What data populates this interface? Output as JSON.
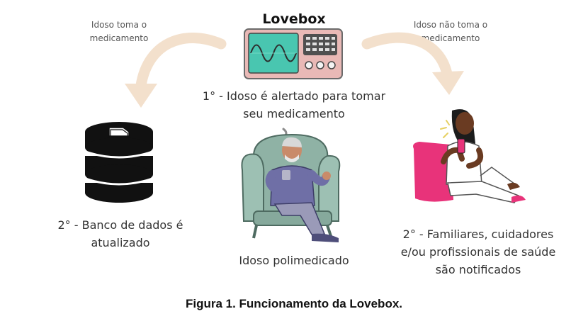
{
  "diagram": {
    "title": "Lovebox",
    "left_branch": {
      "line1": "Idoso toma o",
      "line2": "medicamento"
    },
    "right_branch": {
      "line1": "Idoso não toma o",
      "line2": "medicamento"
    },
    "center_step": {
      "line1": "1° - Idoso é alertado para tomar",
      "line2": "seu medicamento"
    },
    "left_step": {
      "line1": "2° - Banco de dados é",
      "line2": "atualizado"
    },
    "center_label": "Idoso polimedicado",
    "right_step": {
      "line1": "2° - Familiares, cuidadores",
      "line2": "e/ou profissionais de saúde",
      "line3": "são notificados"
    }
  },
  "caption": "Figura 1. Funcionamento da Lovebox.",
  "colors": {
    "arrow": "#f3e0cc",
    "device_body": "#e9b9b6",
    "screen": "#49c6b0",
    "database": "#111111",
    "chair": "#8fb2a5",
    "cushion": "#e8337a"
  },
  "icons": [
    "lovebox-device-icon",
    "database-icon",
    "elderly-man-illustration",
    "woman-with-phone-illustration"
  ]
}
